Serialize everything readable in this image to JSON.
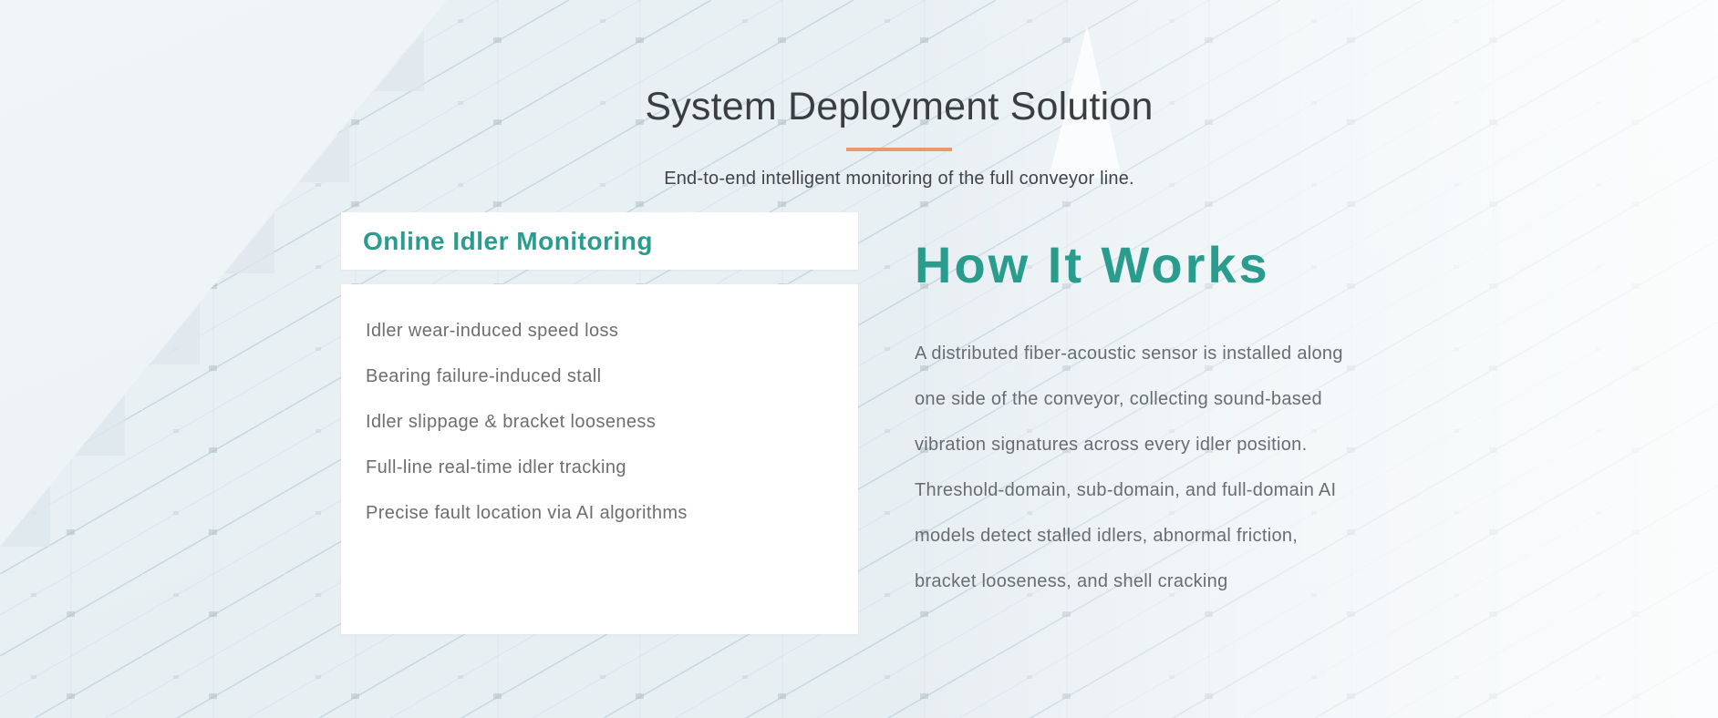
{
  "header": {
    "title": "System Deployment Solution",
    "subtitle": "End-to-end intelligent monitoring of the full conveyor line."
  },
  "card": {
    "heading": "Online Idler Monitoring",
    "items": [
      "Idler wear-induced speed loss",
      "Bearing failure-induced stall",
      "Idler slippage & bracket looseness",
      "Full-line real-time idler tracking",
      "Precise fault location via AI algorithms"
    ]
  },
  "how_it_works": {
    "heading": "How It Works",
    "lines": [
      "A distributed fiber-acoustic sensor is installed along",
      "one side of the conveyor, collecting sound-based",
      "vibration signatures across every idler position.",
      "Threshold-domain, sub-domain, and full-domain AI",
      "models detect stalled idlers, abnormal friction,",
      "bracket looseness, and shell cracking"
    ]
  },
  "colors": {
    "accent_teal": "#2a9c8d",
    "accent_orange": "#e99a6d",
    "title_text": "#3b3e40",
    "body_text": "#6a6d70",
    "background_base": "#eff4f6"
  }
}
